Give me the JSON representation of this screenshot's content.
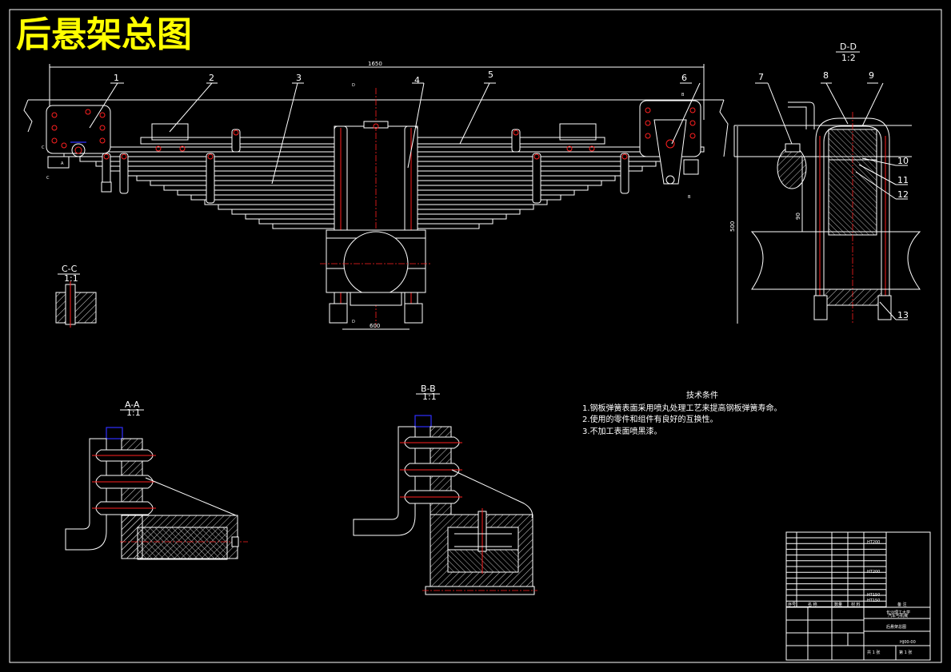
{
  "title": "后悬架总图",
  "dimensions": {
    "overall": "1650",
    "bottom": "600",
    "height_right": "500",
    "small_right": "90"
  },
  "part_numbers": [
    "1",
    "2",
    "3",
    "4",
    "5",
    "6",
    "7",
    "8",
    "9",
    "10",
    "11",
    "12",
    "13"
  ],
  "section_labels": {
    "dd": "D-D",
    "dd_scale": "1:2",
    "cc": "C-C",
    "cc_scale": "1:1",
    "aa": "A-A",
    "aa_scale": "1:1",
    "bb": "B-B",
    "bb_scale": "1:1"
  },
  "cut_marks": {
    "a": "A",
    "c": "C",
    "b": "B",
    "d": "D"
  },
  "tech": {
    "heading": "技术条件",
    "items": [
      "1.钢板弹簧表面采用喷丸处理工艺来提高钢板弹簧寿命。",
      "2.使用的零件和组件有良好的互换性。",
      "3.不加工表面喷黑漆。"
    ]
  },
  "title_block": {
    "materials": [
      "HT200",
      "HT200",
      "HT150",
      "HT150"
    ],
    "university_line1": "长沙理工大学",
    "university_line2": "汽车与机械",
    "drawing_name": "后悬架总图",
    "drawing_no": "HJ00-00",
    "sheet_total": "共 1 张",
    "sheet_no": "第 1 张",
    "header_cols": [
      "序号",
      "名 称",
      "数量",
      "材 料",
      "备 注"
    ]
  },
  "colors": {
    "title": "#ffff00",
    "lines": "#ffffff",
    "centerlines": "#ff2020",
    "highlight": "#3030ff"
  }
}
